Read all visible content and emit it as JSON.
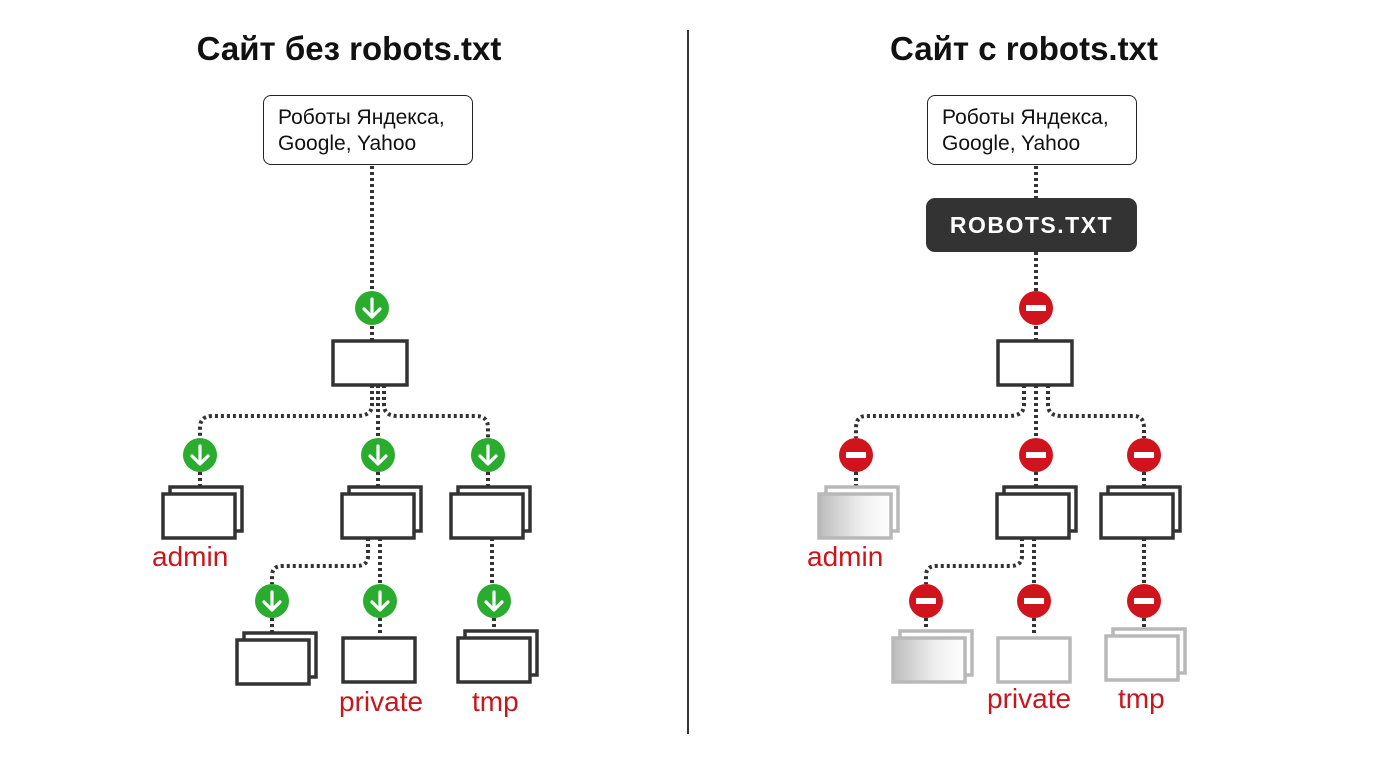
{
  "panels": {
    "left": {
      "title": "Сайт без robots.txt",
      "source_box": {
        "line1": "Роботы Яндекса,",
        "line2": "Google, Yahoo"
      },
      "status": "allowed",
      "folders": {
        "admin": "admin",
        "private": "private",
        "tmp": "tmp"
      }
    },
    "right": {
      "title": "Сайт с robots.txt",
      "source_box": {
        "line1": "Роботы Яндекса,",
        "line2": "Google, Yahoo"
      },
      "filter_badge": "ROBOTS.TXT",
      "status": "blocked",
      "folders": {
        "admin": "admin",
        "private": "private",
        "tmp": "tmp"
      }
    }
  },
  "icons": {
    "allowed": "arrow-down-icon",
    "blocked": "no-entry-icon"
  },
  "colors": {
    "allowed": "#2aac2f",
    "blocked": "#d0141d",
    "label": "#c8161d",
    "folder_stroke": "#333333",
    "folder_faded": "#b8b8b8",
    "badge_bg": "#333333"
  }
}
